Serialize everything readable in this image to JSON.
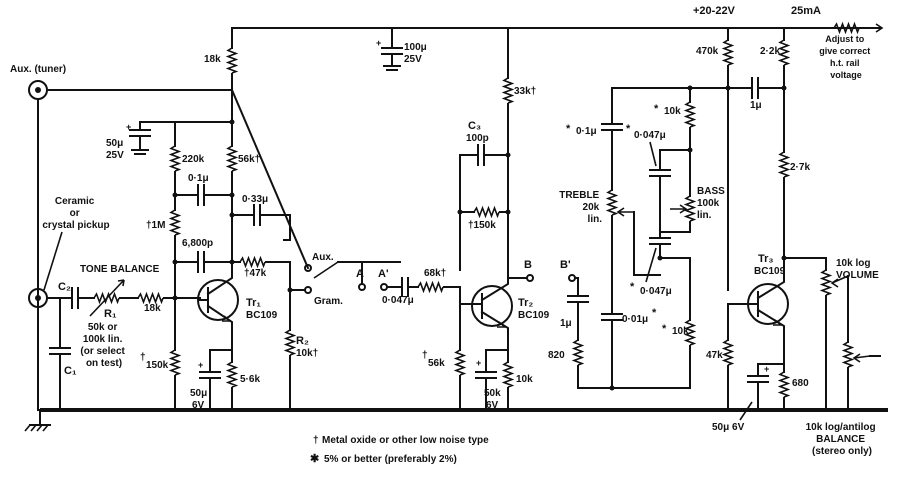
{
  "supply": {
    "voltage": "+20-22V",
    "current": "25mA",
    "adjust_note": [
      "Adjust to",
      "give correct",
      "h.t. rail",
      "voltage"
    ]
  },
  "inputs": {
    "aux_tuner": "Aux. (tuner)",
    "pickup": [
      "Ceramic",
      "or",
      "crystal pickup"
    ],
    "tone_balance": "TONE BALANCE",
    "r1_note": [
      "50k or",
      "100k lin.",
      "(or select",
      "on test)"
    ]
  },
  "switch": {
    "aux": "Aux.",
    "gram": "Gram."
  },
  "nodes": {
    "a": "A",
    "a_prime": "A'",
    "b": "B",
    "b_prime": "B'"
  },
  "components": {
    "c2": "C₂",
    "r1": "R₁",
    "c1": "C₁",
    "c3": "C₃",
    "r2": "R₂",
    "tr1": "Tr₁",
    "tr1_type": "BC109",
    "tr2": "Tr₂",
    "tr2_type": "BC109",
    "tr3": "Tr₃",
    "tr3_type": "BC109",
    "r18k_in": "18k",
    "r18k_top": "18k",
    "c50u_top": "50μ",
    "c50u_top_v": "25V",
    "c100u": "100μ",
    "c100u_v": "25V",
    "r220k": "220k",
    "r56k_1": "56k†",
    "r1m": "†1M",
    "c01u": "0·1μ",
    "c033u": "0·33μ",
    "c6800p": "6,800p",
    "r47k_1": "†47k",
    "r150k_1": "150k",
    "r150k_1_mark": "†",
    "c50u_1": "50μ",
    "c50u_1_v": "6V",
    "r5k6": "5·6k",
    "r10k_1": "10k†",
    "c0047u_1": "0·047μ",
    "r68k": "68k†",
    "r33k": "33k†",
    "c100p": "100p",
    "r150k_2": "†150k",
    "r56k_2": "56k",
    "r56k_2_mark": "†",
    "c50u_2": "50k",
    "c50u_2_v": "6V",
    "r10k_2": "10k",
    "c1u_1": "1μ",
    "r820": "820",
    "c01u_tre": "0·1μ",
    "c001u": "0·01μ",
    "c0047u_2": "0·047μ",
    "c0047u_3": "0·047μ",
    "r10k_3": "10k",
    "r10k_4": "10k",
    "treble": [
      "TREBLE",
      "20k",
      "lin."
    ],
    "bass": [
      "BASS",
      "100k",
      "lin."
    ],
    "r470k": "470k",
    "r2k2": "2·2k",
    "c1u_2": "1μ",
    "r2k7": "2·7k",
    "r47k_2": "47k",
    "c50u_3": "50μ 6V",
    "r680": "680",
    "volume": [
      "10k log",
      "VOLUME"
    ],
    "balance": [
      "10k log/antilog",
      "BALANCE",
      "(stereo only)"
    ],
    "star": "*",
    "plus": "+"
  },
  "notes": {
    "low_noise": "Metal oxide or other low noise type",
    "tolerance": "5% or better (preferably 2%)",
    "dagger": "†",
    "star": "✱"
  }
}
